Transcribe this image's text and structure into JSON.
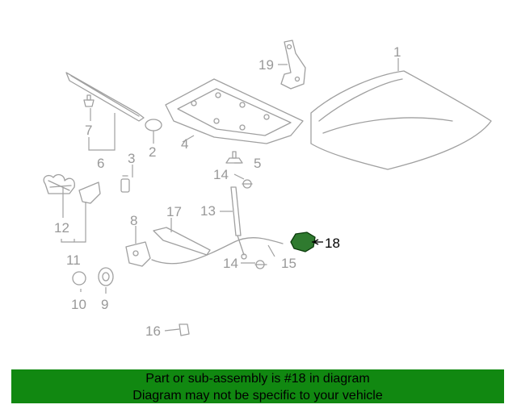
{
  "diagram": {
    "callouts": [
      "1",
      "2",
      "3",
      "4",
      "5",
      "6",
      "7",
      "8",
      "9",
      "10",
      "11",
      "12",
      "13",
      "14",
      "14",
      "15",
      "16",
      "17",
      "18",
      "19"
    ],
    "highlighted_part": "18",
    "colors": {
      "highlight": "#2f7a2f",
      "footer_bg": "#118811",
      "line": "#a0a0a0"
    }
  },
  "footer": {
    "line1": "Part or sub-assembly is #18 in diagram",
    "line2": "Diagram may not be specific to your vehicle"
  }
}
